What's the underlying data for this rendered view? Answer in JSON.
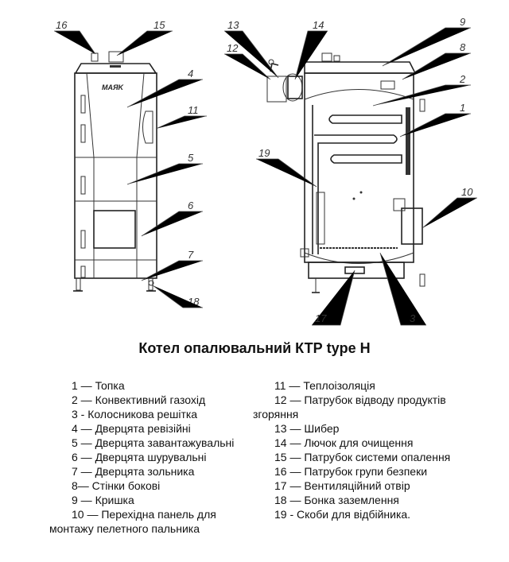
{
  "title": "Котел опалювальний КТР type H",
  "brand_plate": "MAЯK",
  "callouts": {
    "front": [
      "16",
      "15",
      "4",
      "11",
      "5",
      "6",
      "7",
      "18"
    ],
    "side": [
      "13",
      "14",
      "12",
      "9",
      "8",
      "2",
      "1",
      "19",
      "10",
      "17",
      "3"
    ]
  },
  "legend_left": [
    "1 — Топка",
    "2 — Конвективний газохід",
    "3 -  Колосникова решітка",
    "4 — Дверцята ревізійні",
    "5 — Дверцята завантажувальні",
    "6 — Дверцята шурувальні",
    "7 — Дверцята зольника",
    "8— Стінки бокові",
    "9 — Кришка",
    "10 — Перехідна панель для",
    "монтажу пелетного пальника"
  ],
  "legend_right": [
    "11 — Теплоізоляція",
    "12 — Патрубок відводу продуктів",
    "згоряння",
    "13 — Шибер",
    "14 — Лючок для очищення",
    "15 — Патрубок системи опалення",
    "16 — Патрубок групи безпеки",
    "17 — Вентиляційний отвір",
    "18 — Бонка заземлення",
    "19 -  Скоби для відбійника."
  ]
}
